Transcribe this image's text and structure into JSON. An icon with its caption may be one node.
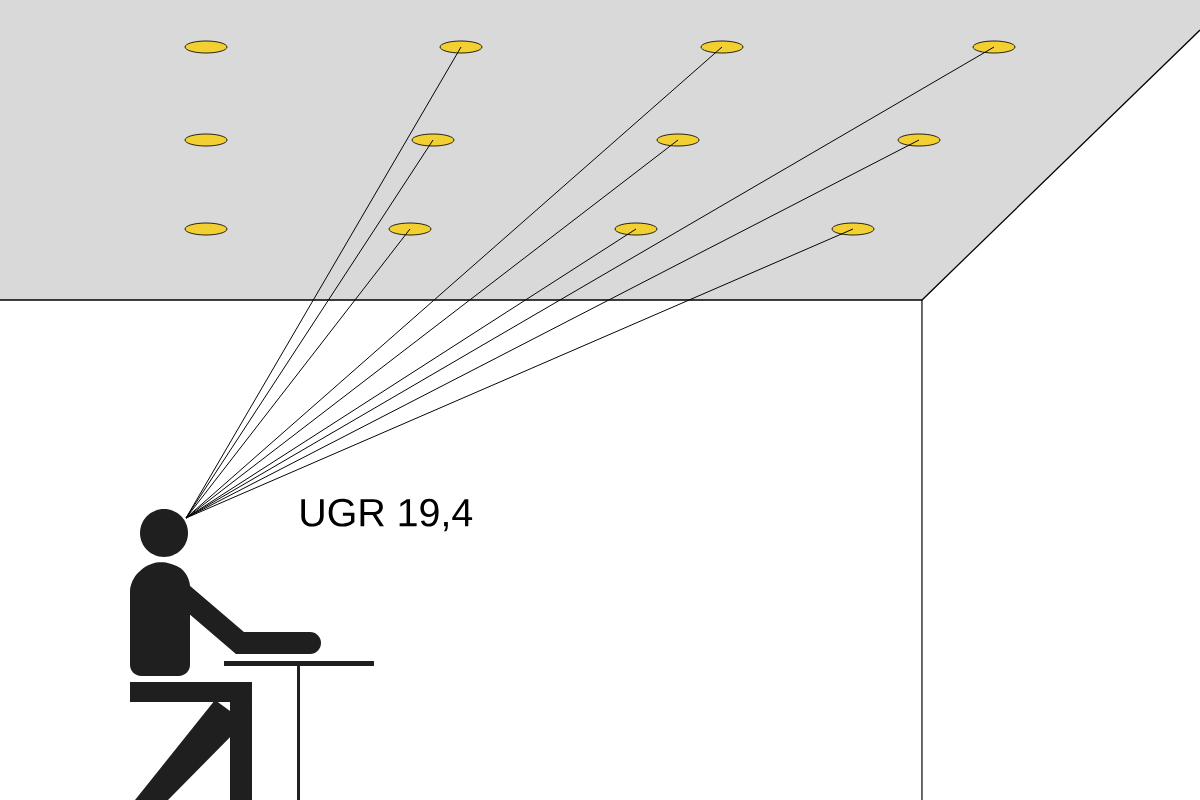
{
  "diagram": {
    "nodes": [
      {
        "text": [],
        "shape": "ellipse"
      },
      {
        "text": [],
        "shape": "ellipse"
      },
      {
        "text": [],
        "shape": "ellipse"
      },
      {
        "text": [],
        "shape": "ellipse"
      },
      {
        "text": [],
        "shape": "ellipse"
      },
      {
        "text": [],
        "shape": "ellipse"
      },
      {
        "text": [],
        "shape": "ellipse"
      },
      {
        "text": [],
        "shape": "ellipse"
      },
      {
        "text": [],
        "shape": "ellipse"
      },
      {
        "text": [],
        "shape": "ellipse"
      },
      {
        "text": [],
        "shape": "ellipse"
      },
      {
        "text": [],
        "shape": "ellipse"
      },
      {
        "text": [],
        "shape": "person"
      }
    ],
    "edges": [
      {
        "from": 12,
        "to": 1,
        "arrow": "none"
      },
      {
        "from": 12,
        "to": 2,
        "arrow": "none"
      },
      {
        "from": 12,
        "to": 3,
        "arrow": "none"
      },
      {
        "from": 12,
        "to": 5,
        "arrow": "none"
      },
      {
        "from": 12,
        "to": 6,
        "arrow": "none"
      },
      {
        "from": 12,
        "to": 7,
        "arrow": "none"
      },
      {
        "from": 12,
        "to": 9,
        "arrow": "none"
      },
      {
        "from": 12,
        "to": 10,
        "arrow": "none"
      },
      {
        "from": 12,
        "to": 11,
        "arrow": "none"
      }
    ],
    "labels": [
      "UGR 19,4"
    ]
  }
}
